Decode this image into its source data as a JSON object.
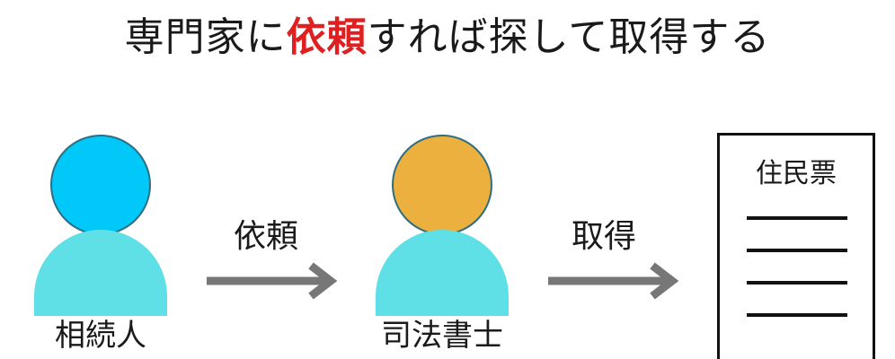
{
  "title": {
    "before": "専門家に",
    "highlight": "依頼",
    "after": "すれば探して取得する"
  },
  "colors": {
    "highlight": "#e02020",
    "heir_head": "#00c8f8",
    "scrivener_head": "#ebb03e",
    "person_body": "#5fe0e6",
    "arrow": "#777777"
  },
  "actors": [
    {
      "label": "相続人"
    },
    {
      "label": "司法書士"
    }
  ],
  "steps": [
    {
      "label": "依頼"
    },
    {
      "label": "取得"
    }
  ],
  "document": {
    "title": "住民票",
    "line_count": 4
  }
}
